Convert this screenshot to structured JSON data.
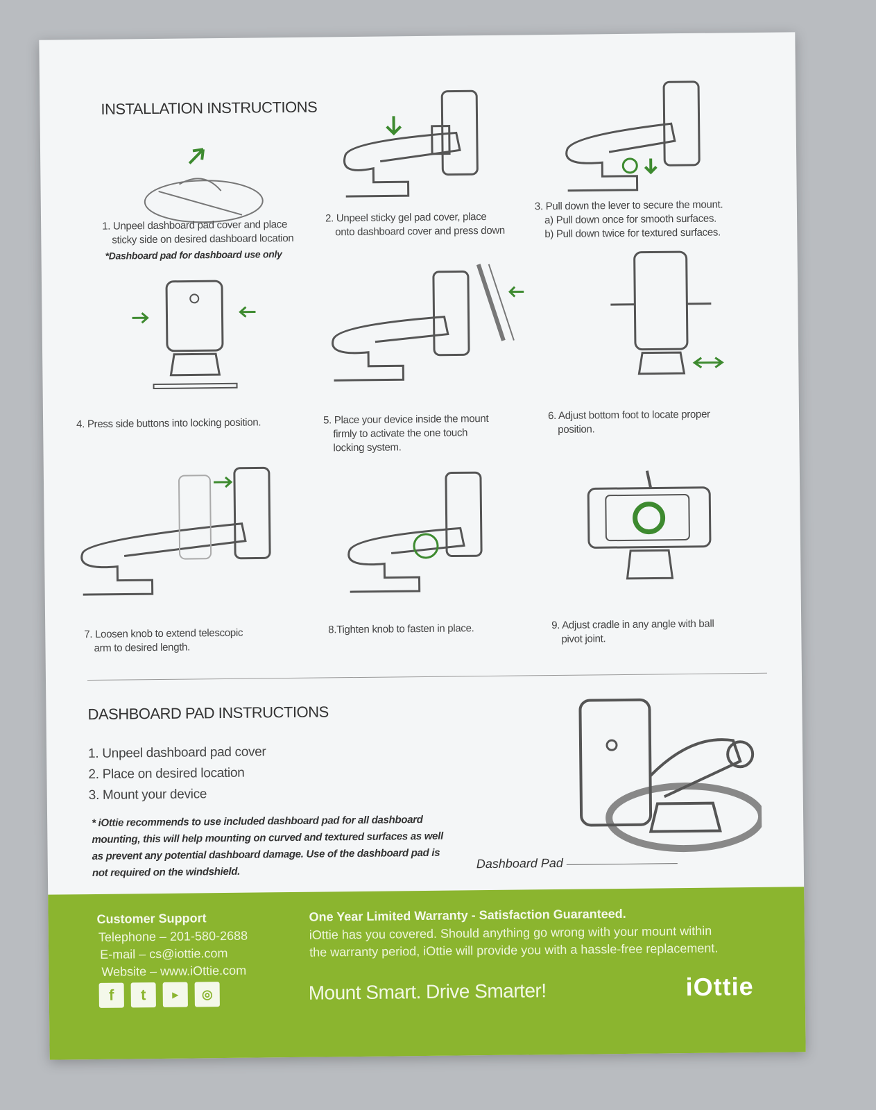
{
  "install": {
    "heading": "INSTALLATION INSTRUCTIONS",
    "steps": [
      {
        "l1": "1. Unpeel dashboard pad cover and place",
        "l2": "sticky side on desired dashboard location",
        "note": "*Dashboard pad for dashboard use only"
      },
      {
        "l1": "2. Unpeel sticky gel pad cover, place",
        "l2": "onto dashboard cover and press down"
      },
      {
        "l1": "3. Pull down the lever to secure the mount.",
        "l2": "a)  Pull down once for smooth surfaces.",
        "l3": "b) Pull down twice for textured surfaces."
      },
      {
        "l1": "4. Press side buttons into locking position."
      },
      {
        "l1": "5. Place your device inside the mount",
        "l2": "firmly to activate the one touch",
        "l3": "locking system."
      },
      {
        "l1": "6. Adjust bottom foot to locate proper",
        "l2": "position."
      },
      {
        "l1": "7. Loosen knob to extend telescopic",
        "l2": "arm to desired length."
      },
      {
        "l1": "8.Tighten knob to fasten in place."
      },
      {
        "l1": "9. Adjust cradle in any angle with ball",
        "l2": "pivot joint."
      }
    ]
  },
  "pad": {
    "heading": "DASHBOARD PAD INSTRUCTIONS",
    "items": [
      "1.  Unpeel dashboard pad cover",
      "2.  Place on desired location",
      "3.  Mount your device"
    ],
    "note": "* iOttie recommends to use included dashboard pad for all dashboard mounting, this will help mounting on curved and textured surfaces as well as prevent any potential dashboard damage. Use of the dashboard pad is not required on the windshield.",
    "label": "Dashboard Pad"
  },
  "footer": {
    "support_title": "Customer Support",
    "telephone": "Telephone – 201-580-2688",
    "email": "E-mail – cs@iottie.com",
    "website": "Website – www.iOttie.com",
    "warranty_title": "One Year Limited Warranty - Satisfaction Guaranteed.",
    "warranty_l1": "iOttie has you covered. Should anything go wrong with your mount within",
    "warranty_l2": "the warranty period, iOttie will provide you with a hassle-free replacement.",
    "slogan": "Mount Smart. Drive Smarter!",
    "logo": "iOttie",
    "social_icons": [
      "facebook-icon",
      "twitter-icon",
      "youtube-icon",
      "instagram-icon"
    ]
  },
  "colors": {
    "accent_green": "#8bb52f",
    "line_art": "#555555",
    "paper": "#f4f6f7"
  }
}
